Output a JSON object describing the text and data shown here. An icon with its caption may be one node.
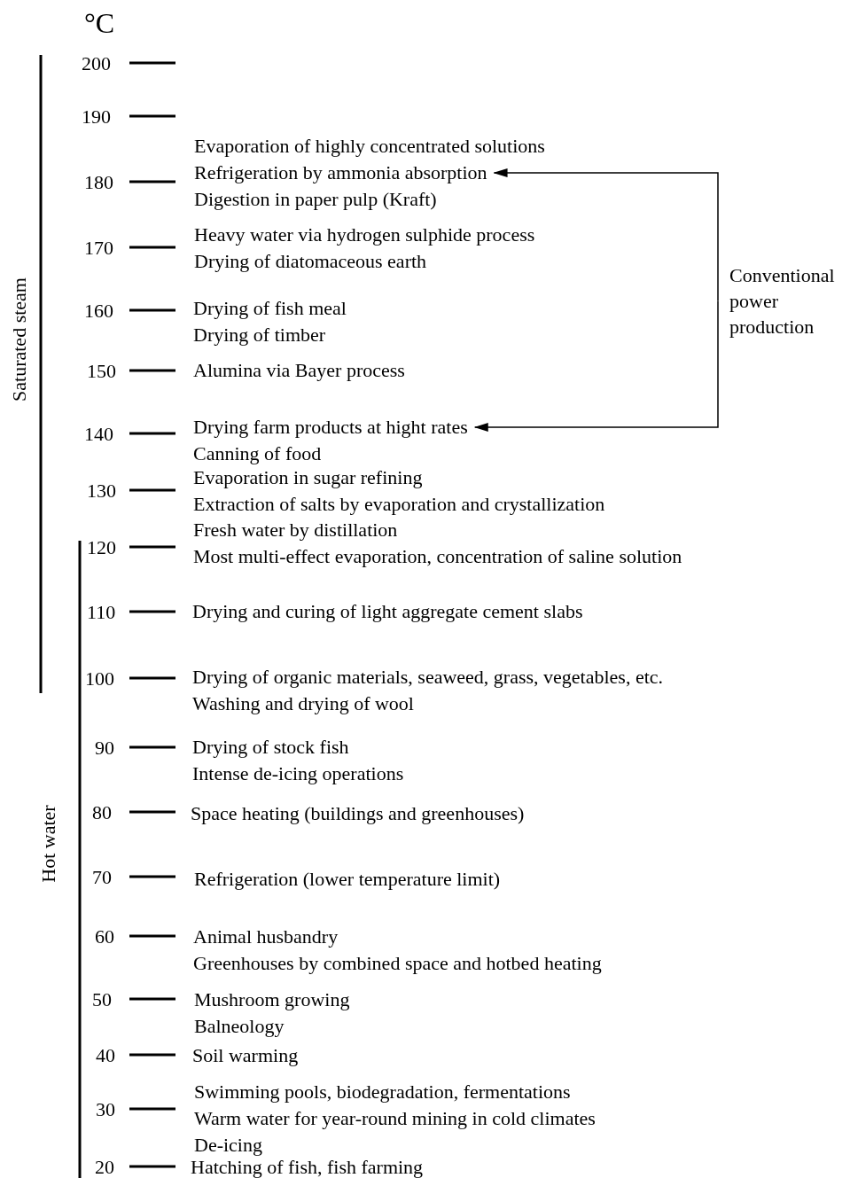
{
  "diagram": {
    "nodes": [
      {
        "text": [
          "Refrigeration by ammonia absorption"
        ]
      },
      {
        "text": [
          "Drying farm products at hight rates"
        ]
      },
      {
        "text": [
          "Conventional power production"
        ]
      }
    ],
    "edges": [
      {
        "from": 2,
        "to": 0,
        "arrow": "to"
      },
      {
        "from": 2,
        "to": 1,
        "arrow": "to"
      }
    ],
    "labels": [
      "°C",
      "200",
      "190",
      "Evaporation of highly concentrated solutions",
      "180",
      "Digestion in paper pulp (Kraft)",
      "Heavy water via hydrogen sulphide process",
      "170",
      "Drying of diatomaceous earth",
      "Saturated steam",
      "160",
      "Drying of fish meal",
      "Drying of timber",
      "150",
      "Alumina via Bayer process",
      "140",
      "Canning of food",
      "Evaporation in sugar refining",
      "130",
      "Extraction of salts by evaporation and crystallization",
      "Fresh water by distillation",
      "120",
      "Most multi-effect evaporation, concentration of saline solution",
      "110",
      "Drying and curing of light aggregate cement slabs",
      "100",
      "Drying of organic materials, seaweed, grass, vegetables, etc.",
      "Washing and drying of wool",
      "90",
      "Drying of stock fish",
      "Intense de-icing operations",
      "80",
      "Space heating (buildings and greenhouses)",
      "Hot water",
      "70",
      "Refrigeration (lower temperature limit)",
      "60",
      "Animal husbandry",
      "Greenhouses by combined space and hotbed heating",
      "50",
      "Mushroom growing",
      "Balneology",
      "40",
      "Soil warming",
      "Swimming pools, biodegradation, fermentations",
      "30",
      "Warm water for year-round mining in cold climates",
      "De-icing",
      "20",
      "Hatching of fish, fish farming"
    ]
  }
}
